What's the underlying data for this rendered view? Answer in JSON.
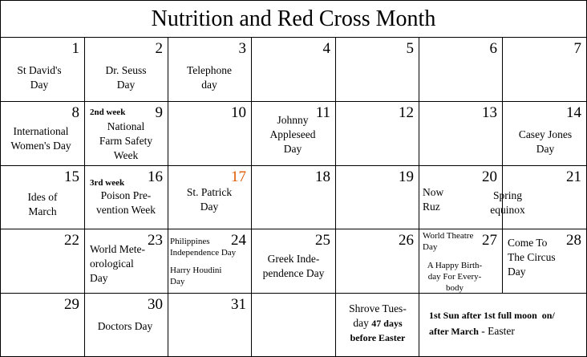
{
  "title": "Nutrition and Red Cross Month",
  "days": {
    "d1": {
      "num": "1",
      "event": "St David's\nDay"
    },
    "d2": {
      "num": "2",
      "event": "Dr. Seuss\nDay"
    },
    "d3": {
      "num": "3",
      "event": "Telephone\nday"
    },
    "d4": {
      "num": "4"
    },
    "d5": {
      "num": "5"
    },
    "d6": {
      "num": "6"
    },
    "d7": {
      "num": "7"
    },
    "d8": {
      "num": "8",
      "event": "International\nWomen's Day"
    },
    "d9": {
      "num": "9",
      "tag": "2nd week",
      "event": "National\nFarm Safety\nWeek"
    },
    "d10": {
      "num": "10"
    },
    "d11": {
      "num": "11",
      "event": "Johnny\nAppleseed\nDay"
    },
    "d12": {
      "num": "12"
    },
    "d13": {
      "num": "13"
    },
    "d14": {
      "num": "14",
      "event": "Casey Jones\nDay"
    },
    "d15": {
      "num": "15",
      "event": "Ides of\nMarch"
    },
    "d16": {
      "num": "16",
      "tag": "3rd week",
      "event": "Poison Pre-\nvention Week"
    },
    "d17": {
      "num": "17",
      "event": "St. Patrick\nDay"
    },
    "d18": {
      "num": "18"
    },
    "d19": {
      "num": "19"
    },
    "d20": {
      "num": "20",
      "event_a": "Now\nRuz",
      "event_b": "Spring\nequinox"
    },
    "d21": {
      "num": "21"
    },
    "d22": {
      "num": "22"
    },
    "d23": {
      "num": "23",
      "event": "World Mete-\norological\nDay"
    },
    "d24": {
      "num": "24",
      "event_a": "Philippines\nIndependence Day",
      "event_b": "Harry Houdini\nDay"
    },
    "d25": {
      "num": "25",
      "event": "Greek Inde-\npendence Day"
    },
    "d26": {
      "num": "26"
    },
    "d27": {
      "num": "27",
      "event_a": "World Theatre\nDay",
      "event_b": "A Happy Birth-\nday For Every-\nbody"
    },
    "d28": {
      "num": "28",
      "event": "Come To\nThe Circus\nDay"
    },
    "d29": {
      "num": "29"
    },
    "d30": {
      "num": "30",
      "event": "Doctors Day"
    },
    "d31": {
      "num": "31"
    }
  },
  "shrove": {
    "line1": "Shrove Tues-",
    "line2a": "day ",
    "line2b": "47 days",
    "line3": "before Easter"
  },
  "easter": {
    "line1": "1st Sun after 1st full moon  on/",
    "line2a": "after March",
    "line2b": " - Easter"
  },
  "colors": {
    "highlight": "#e05a00"
  }
}
